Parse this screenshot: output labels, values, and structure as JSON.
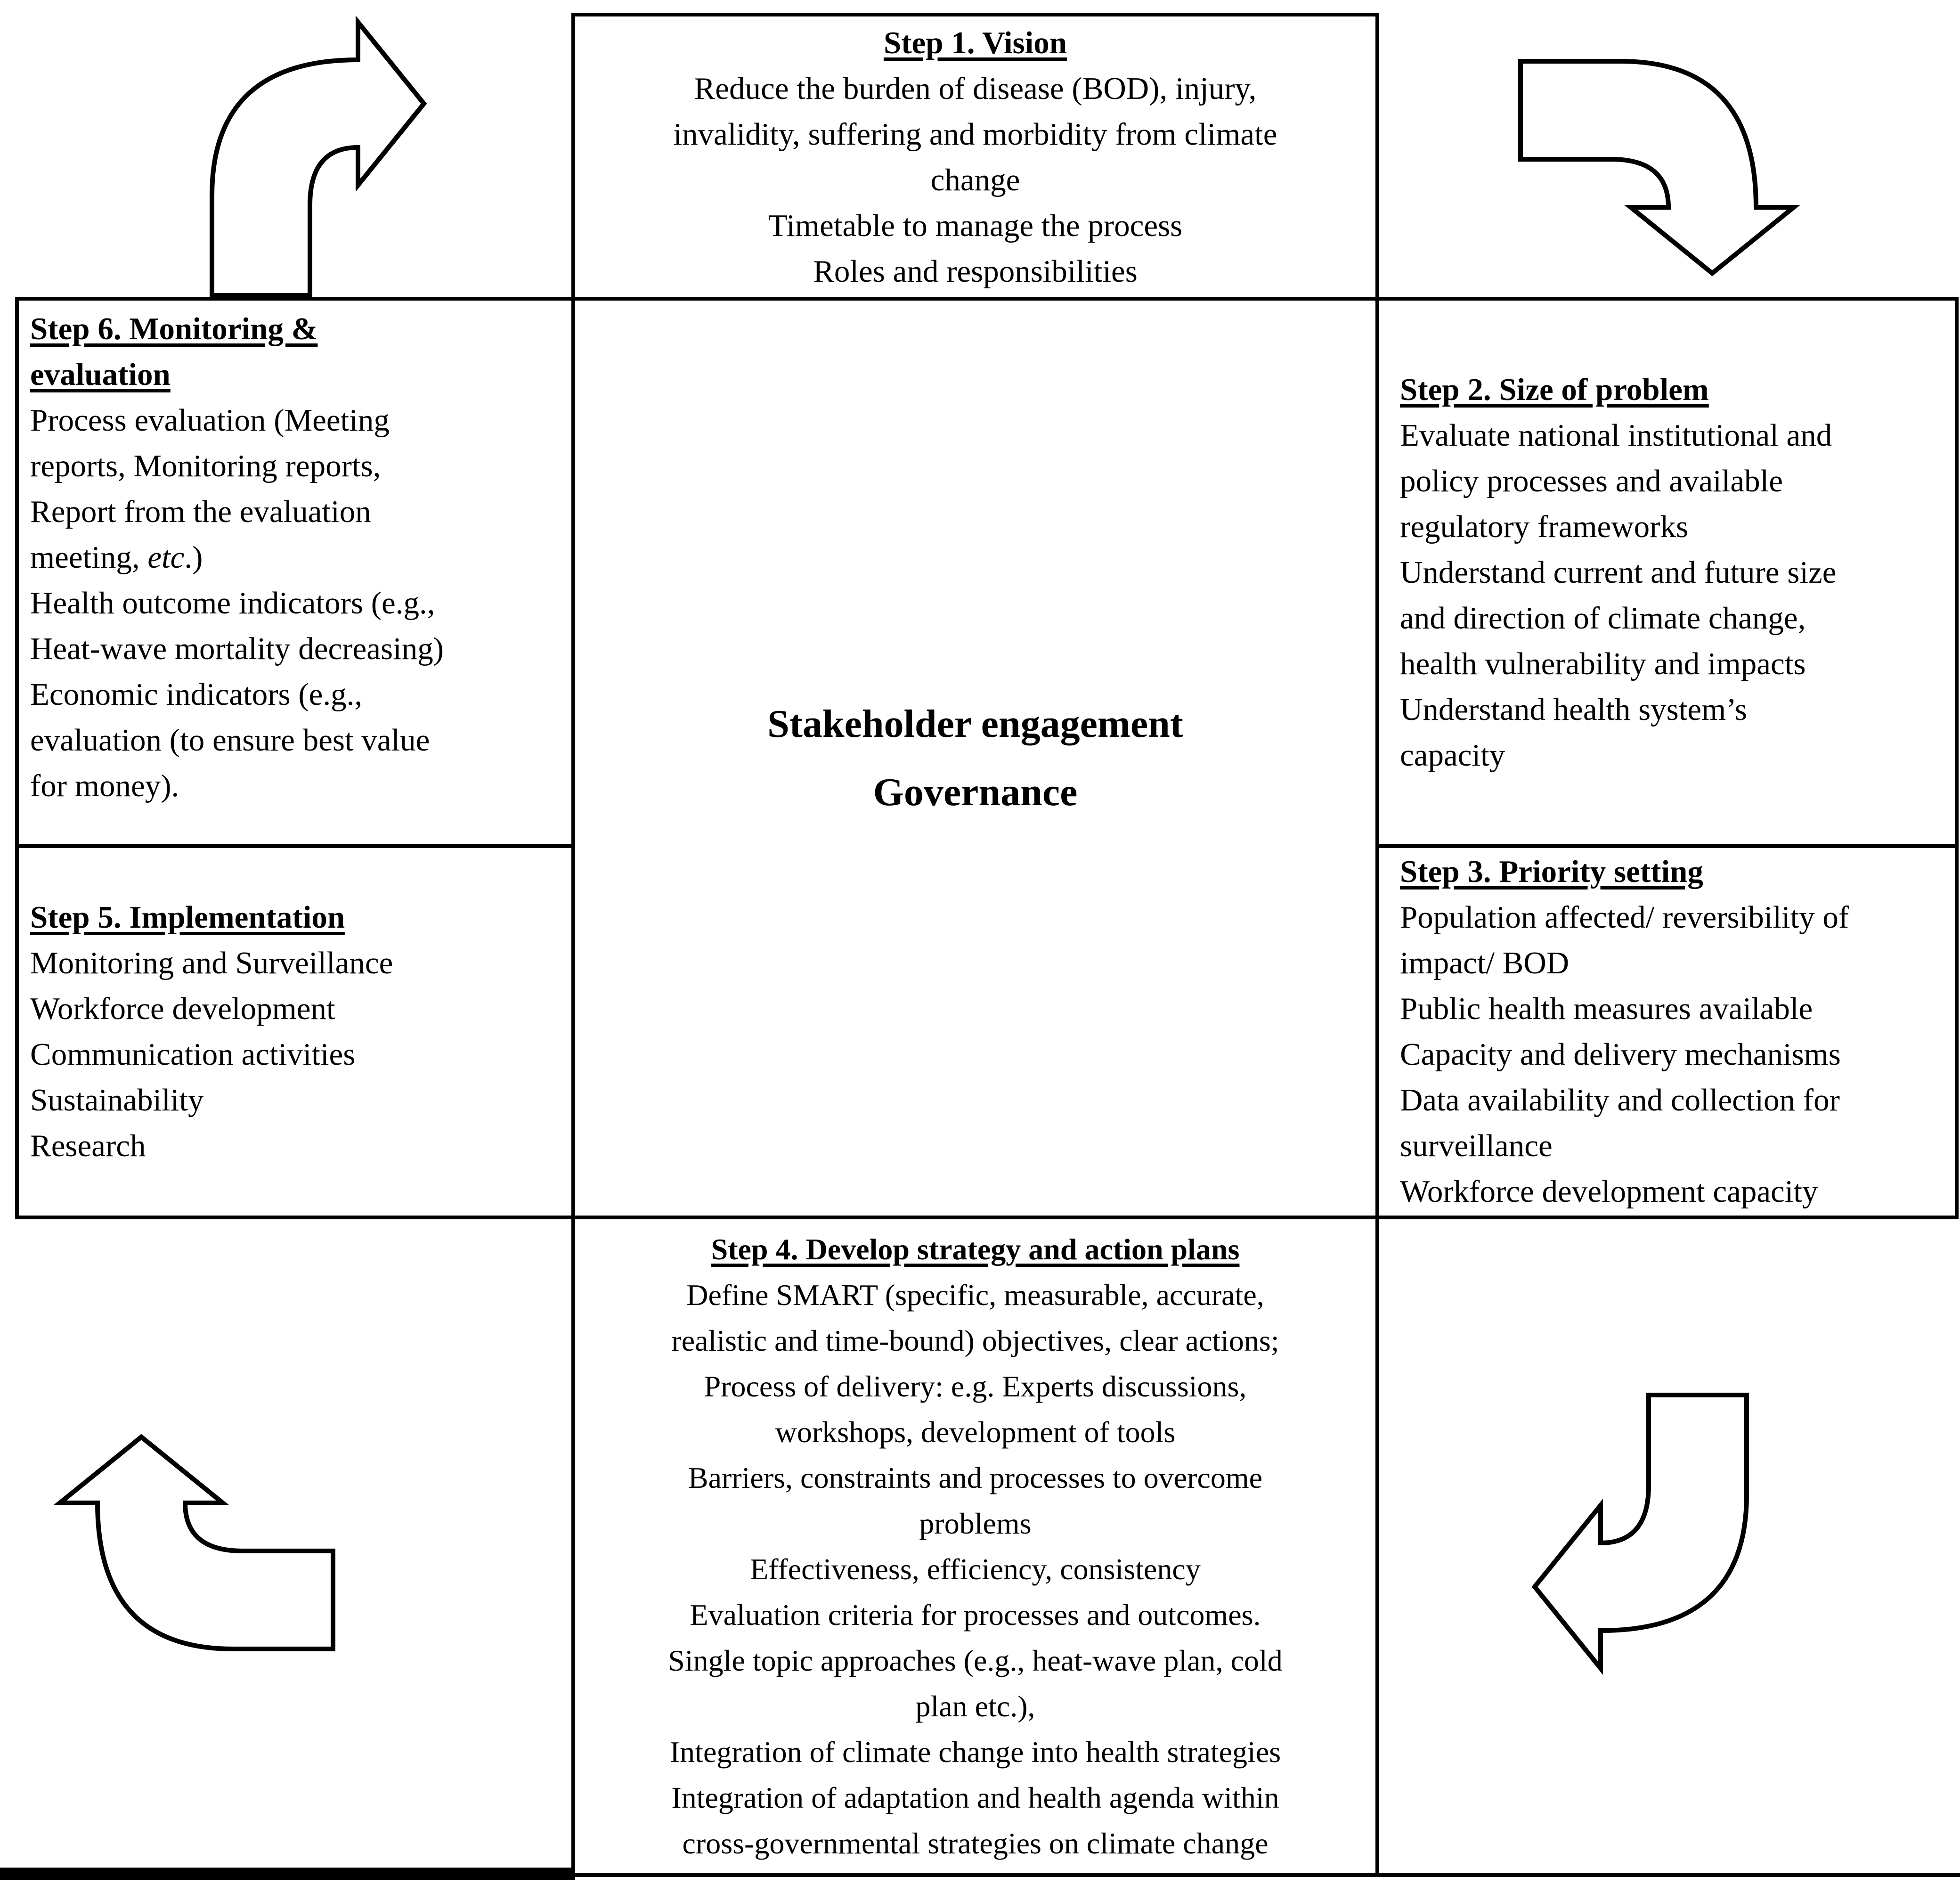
{
  "colors": {
    "ink": "#000000",
    "background": "#ffffff"
  },
  "center": {
    "lines": [
      "Stakeholder engagement",
      "Governance"
    ]
  },
  "boxes": {
    "step1": {
      "title_lines": [
        "Step 1. Vision"
      ],
      "lines": [
        "Reduce the burden of disease (BOD), injury,",
        "invalidity, suffering and morbidity from climate",
        "change",
        "Timetable to manage the process",
        "Roles and responsibilities"
      ]
    },
    "step2": {
      "title_lines": [
        "Step 2. Size of problem"
      ],
      "lines": [
        "Evaluate national institutional and",
        "policy processes and available",
        "regulatory frameworks",
        "Understand current and future size",
        "and direction of climate change,",
        "health vulnerability and impacts",
        "Understand health system’s",
        "capacity"
      ]
    },
    "step3": {
      "title_lines": [
        "Step 3. Priority setting"
      ],
      "lines": [
        "Population affected/ reversibility of",
        "impact/ BOD",
        "Public health measures available",
        "Capacity and delivery mechanisms",
        "Data availability and collection for",
        "surveillance",
        "Workforce development capacity"
      ]
    },
    "step4": {
      "title_lines": [
        "Step 4. Develop strategy and action plans"
      ],
      "lines": [
        "Define SMART (specific, measurable, accurate,",
        "realistic and time-bound) objectives, clear actions;",
        "Process of delivery: e.g. Experts discussions,",
        "workshops, development of tools",
        "Barriers, constraints and processes to overcome",
        "problems",
        "Effectiveness, efficiency, consistency",
        "Evaluation criteria for processes and outcomes.",
        "Single topic approaches (e.g., heat-wave plan, cold",
        "plan etc.),",
        "Integration of climate change into health strategies",
        "Integration of adaptation and health agenda within",
        "cross-governmental strategies on climate change"
      ]
    },
    "step5": {
      "title_lines": [
        "Step 5. Implementation"
      ],
      "lines": [
        "Monitoring and Surveillance",
        "Workforce development",
        "Communication activities",
        "Sustainability",
        "Research"
      ]
    },
    "step6": {
      "title_lines": [
        "Step 6. Monitoring &",
        "evaluation"
      ],
      "lines": [
        "Process evaluation (Meeting",
        "reports, Monitoring reports,",
        "Report from the evaluation",
        [
          {
            "t": "meeting, ",
            "i": false
          },
          {
            "t": "etc",
            "i": true
          },
          {
            "t": ".)",
            "i": false
          }
        ],
        "Health outcome indicators (e.g.,",
        "Heat-wave mortality decreasing)",
        "Economic indicators (e.g.,",
        "evaluation (to ensure best value",
        "for money)."
      ]
    }
  },
  "arrows": {
    "top_left": "curved-arrow-right",
    "top_right": "curved-arrow-down",
    "bottom_right": "curved-arrow-left",
    "bottom_left": "curved-arrow-up"
  }
}
